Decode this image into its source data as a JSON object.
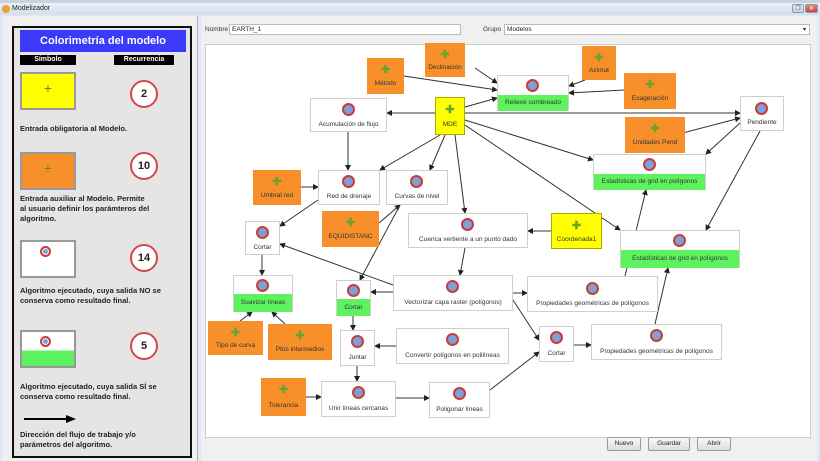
{
  "window": {
    "title": "Modelizador",
    "restore_icon": "restore-icon",
    "close_icon": "close-icon"
  },
  "legend": {
    "title": "Colorimetría del modelo",
    "col_symbol": "Símbolo",
    "col_recurrence": "Recurrencia",
    "items": [
      {
        "type": "mandatory",
        "color": "#ffff00",
        "count": "2",
        "desc": "Entrada obligatoria al Modelo."
      },
      {
        "type": "auxiliary",
        "color": "#ff9933",
        "count": "10",
        "desc": "Entrada auxiliar al Modelo. Permite al usuario definir los parámteros del algoritmo."
      },
      {
        "type": "algorithm-not-kept",
        "color": "#ffffff",
        "count": "14",
        "desc": "Algoritmo ejecutado, cuya salida NO se conserva como resultado final."
      },
      {
        "type": "algorithm-kept",
        "color": "#5ef35e",
        "count": "5",
        "desc": "Algoritmo ejecutado, cuya salida SÍ se conserva como resultado final."
      }
    ],
    "arrow_desc": "Dirección del flujo de trabajo y/o parámetros del algoritmo."
  },
  "form": {
    "name_label": "Nombre",
    "name_value": "EARTH_1",
    "group_label": "Grupo",
    "group_value": "Modelos"
  },
  "colors": {
    "mandatory": "#ffff00",
    "auxiliary": "#f7902b",
    "kept": "#5ef35e",
    "legend_title_bg": "#3a3af8"
  },
  "nodes": {
    "declinacion": "Declinación",
    "azimut": "Azimut",
    "metodo": "Método",
    "relieve": "Relieve sombreado",
    "exageracion": "Exageración",
    "acumulacion": "Acumulación de flujo",
    "mde": "MDE",
    "pendiente": "Pendiente",
    "unidades_pend": "Unidades Pend",
    "estadisticas1": "Estadísticas de grid en polígonos",
    "umbral": "Umbral red",
    "red_drenaje": "Red de drenaje",
    "curvas": "Curvas de nivel",
    "equidistanc": "EQUIDISTANC",
    "coordenada": "Coordenada1",
    "cortar1": "Cortar",
    "cuenca": "Cuenca vertiente a un punto dado",
    "estadisticas2": "Estadísticas de grid en polígonos",
    "suavizar": "Suavizar líneas",
    "cortar2": "Cortar",
    "vectorizar": "Vectorizar capa raster (polígonos)",
    "propiedades1": "Propiedades geométricas de polígonos",
    "tipo_curva": "Tipo de curva",
    "ptos": "Ptos intermedios",
    "juntar": "Juntar",
    "convertir": "Convertir polígonos en polilíneas",
    "cortar3": "Cortar",
    "propiedades2": "Propiedades geométricas de polígonos",
    "tolerancia": "Tolerancia",
    "unir": "Unir líneas cercanas",
    "poligonar": "Poligonar líneas"
  },
  "buttons": {
    "nuevo": "Nuevo",
    "guardar": "Guardar",
    "abrir": "Abrir"
  }
}
